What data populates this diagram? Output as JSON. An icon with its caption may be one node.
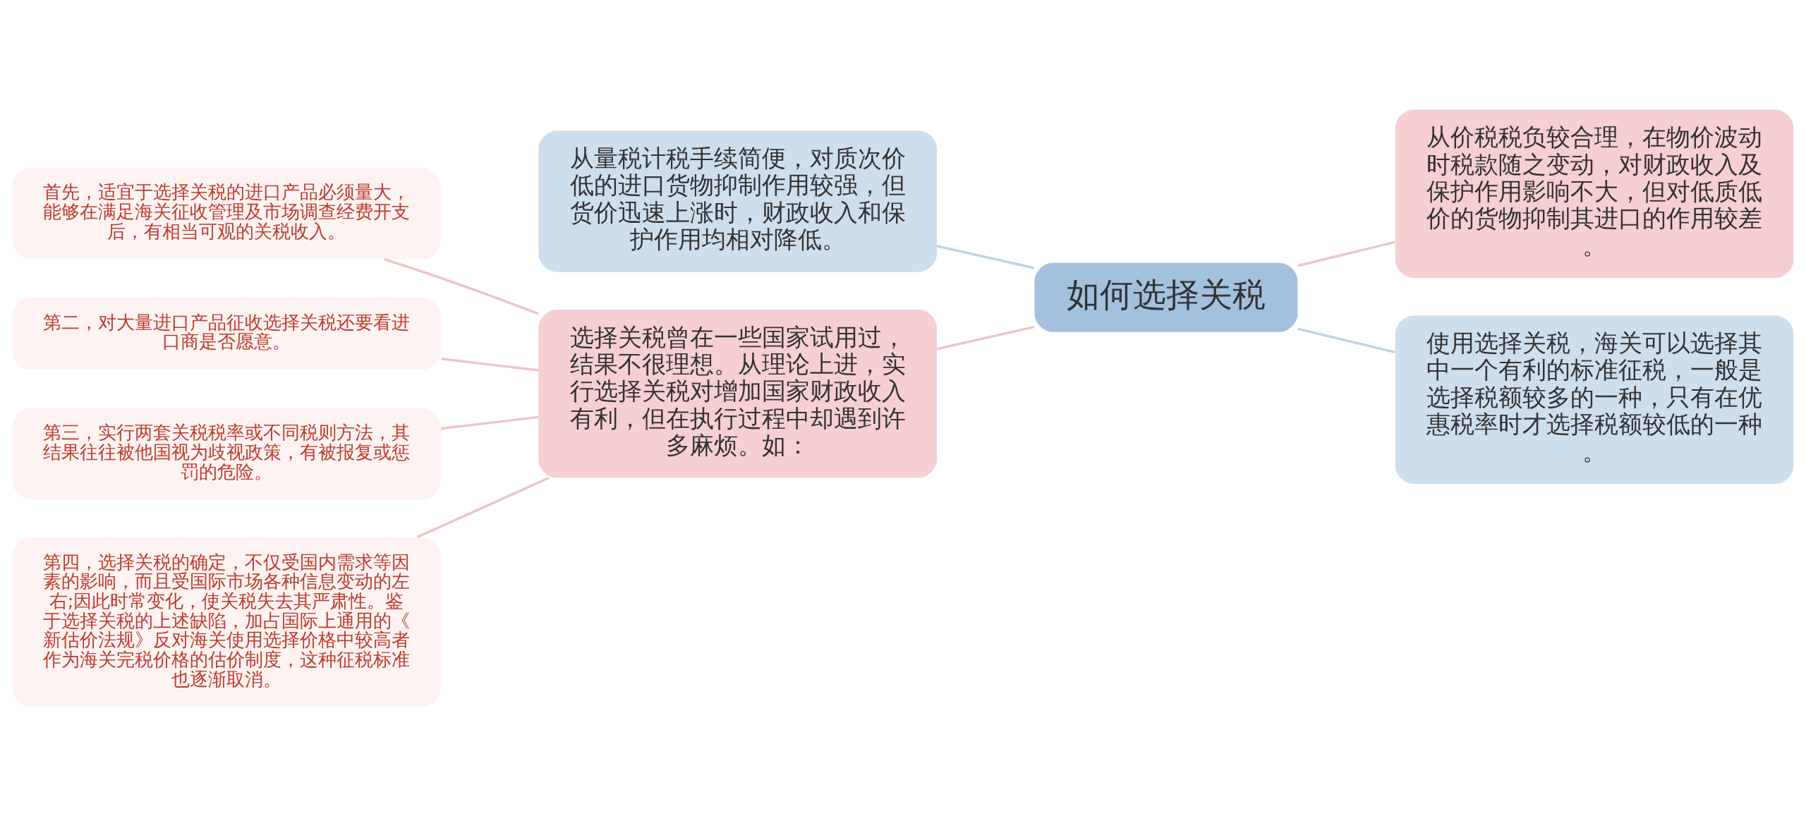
{
  "diagram": {
    "nodes": [
      {
        "text": [
          "如何选择关税"
        ]
      },
      {
        "text": [
          "从量税计税手续简便，对质次价低的进口货物抑制作用较强，但货价迅速上涨时，财政收入和保护作用均相对降低。"
        ]
      },
      {
        "text": [
          "从价税税负较合理，在物价波动时税款随之变动，对财政收入及保护作用影响不大，但对低质低价的货物抑制其进口的作用较差。"
        ]
      },
      {
        "text": [
          "使用选择关税，海关可以选择其中一个有利的标准征税，一般是选择税额较多的一种，只有在优惠税率时才选择税额较低的一种。"
        ]
      },
      {
        "text": [
          "选择关税曾在一些国家试用过，结果不很理想。从理论上进，实行选择关税对增加国家财政收入有利，但在执行过程中却遇到许多麻烦。如："
        ]
      },
      {
        "text": [
          "首先，适宜于选择关税的进口产品必须量大，能够在满足海关征收管理及市场调查经费开支后，有相当可观的关税收入。"
        ]
      },
      {
        "text": [
          "第二，对大量进口产品征收选择关税还要看进口商是否愿意。"
        ]
      },
      {
        "text": [
          "第三，实行两套关税税率或不同税则方法，其结果往往被他国视为歧视政策，有被报复或惩罚的危险。"
        ]
      },
      {
        "text": [
          "第四，选择关税的确定，不仅受国内需求等因素的影响，而且受国际市场各种信息变动的左右;因此时常变化，使关税失去其严肃性。鉴于选择关税的上述缺陷，加占国际上通用的《新估价法规》反对海关使用选择价格中较高者作为海关完税价格的估价制度，这种征税标准也逐渐取消。"
        ]
      }
    ],
    "edges": [
      {
        "from": 0,
        "to": 1,
        "arrow": "none",
        "color": "#bcd3e8"
      },
      {
        "from": 0,
        "to": 2,
        "arrow": "none"
      },
      {
        "from": 0,
        "to": 3,
        "arrow": "none",
        "color": "#bcd3e8"
      },
      {
        "from": 0,
        "to": 4,
        "arrow": "none"
      },
      {
        "from": 4,
        "to": 5,
        "arrow": "none"
      },
      {
        "from": 4,
        "to": 6,
        "arrow": "none"
      },
      {
        "from": 4,
        "to": 7,
        "arrow": "none"
      },
      {
        "from": 4,
        "to": 8,
        "arrow": "none"
      }
    ]
  }
}
